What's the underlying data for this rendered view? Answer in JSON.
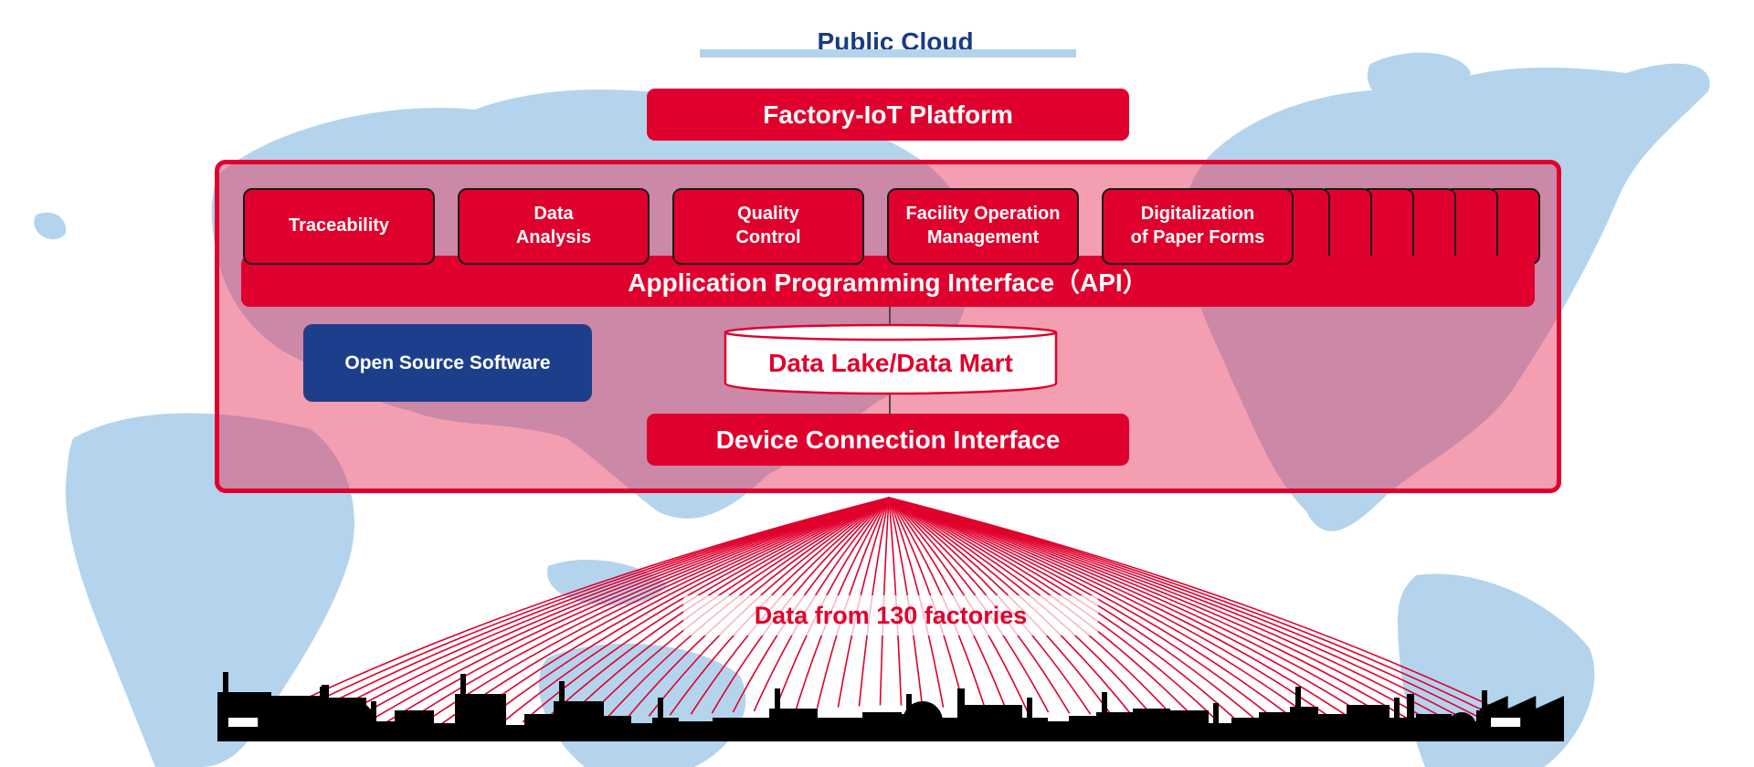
{
  "header": {
    "title": "Public Cloud"
  },
  "platform": {
    "label": "Factory-IoT Platform"
  },
  "applications": [
    {
      "label": "Traceability"
    },
    {
      "label": "Data\nAnalysis"
    },
    {
      "label": "Quality\nControl"
    },
    {
      "label": "Facility Operation\nManagement"
    },
    {
      "label": "Digitalization\nof Paper Forms"
    }
  ],
  "api": {
    "label": "Application Programming Interface（API）"
  },
  "oss": {
    "label": "Open Source Software"
  },
  "data_lake": {
    "label": "Data Lake/Data Mart"
  },
  "device_interface": {
    "label": "Device Connection Interface"
  },
  "factories": {
    "label": "Data from 130 factories"
  },
  "colors": {
    "accent_red": "#e0002d",
    "navy": "#1d3f8b",
    "title_navy": "#1a3a86",
    "map_blue": "#b3d4ec",
    "silhouette": "#000000"
  }
}
